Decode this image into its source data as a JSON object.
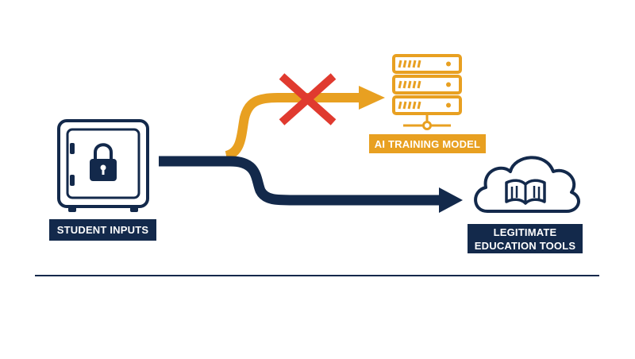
{
  "labels": {
    "student_inputs": "STUDENT INPUTS",
    "ai_training_model": "AI TRAINING MODEL",
    "edu_tools_line1": "LEGITIMATE",
    "edu_tools_line2": "EDUCATION TOOLS"
  },
  "icons": {
    "source": "locked-safe-icon",
    "blocked_target": "server-rack-icon",
    "allowed_target": "cloud-book-icon",
    "block_mark": "red-x-icon"
  },
  "colors": {
    "navy": "#13294b",
    "orange": "#e8a021",
    "red": "#e03a2f",
    "white": "#ffffff"
  }
}
